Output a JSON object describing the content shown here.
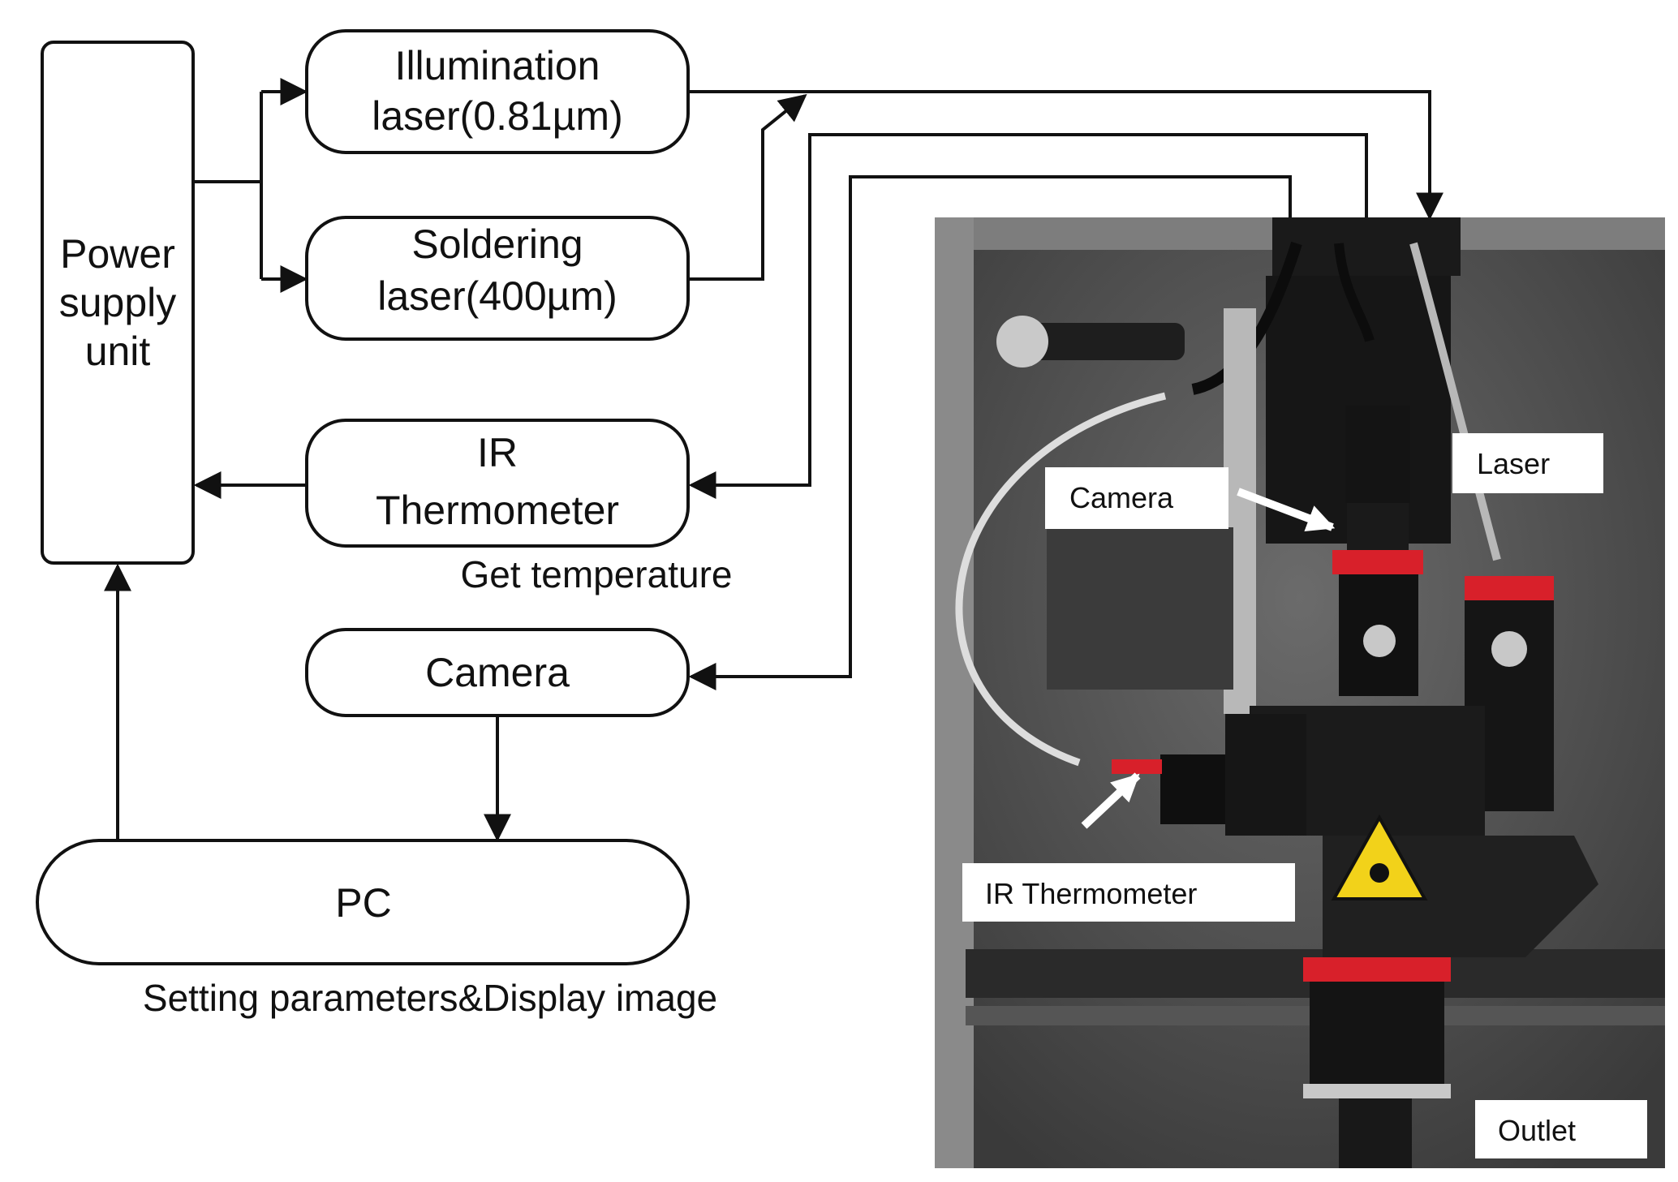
{
  "diagram": {
    "blocks": {
      "power_supply": [
        "Power",
        "supply",
        "unit"
      ],
      "illumination_laser": [
        "Illumination",
        "laser(0.81µm)"
      ],
      "soldering_laser": [
        "Soldering",
        "laser(400µm)"
      ],
      "ir_thermometer": [
        "IR",
        "Thermometer"
      ],
      "camera": "Camera",
      "pc": "PC"
    },
    "captions": {
      "get_temperature": "Get temperature",
      "pc_caption": "Setting parameters&Display image"
    }
  },
  "photo": {
    "labels": {
      "camera": "Camera",
      "laser": "Laser",
      "ir_thermometer": "IR Thermometer",
      "outlet": "Outlet"
    },
    "colors": {
      "background": "#4a4a4a",
      "housing": "#1c1c1c",
      "accent_red": "#d8202a",
      "warning_yellow": "#f2d21a"
    }
  }
}
